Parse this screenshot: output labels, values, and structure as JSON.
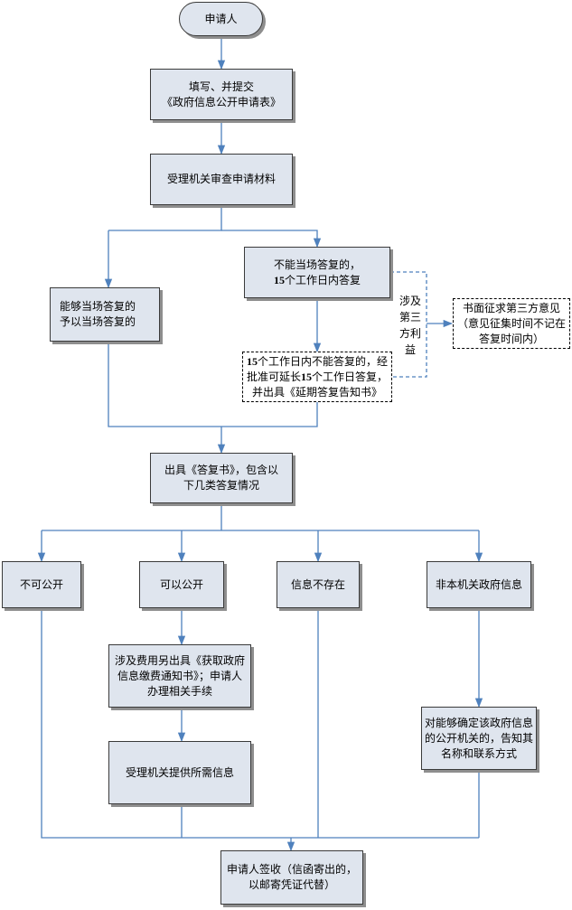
{
  "nodes": {
    "applicant": "申请人",
    "submit_l1": "填写、并提交",
    "submit_l2": "《政府信息公开申请表》",
    "review": "受理机关审查申请材料",
    "onsite_l1": "能够当场答复的",
    "onsite_l2": "予以当场答复的",
    "notonsite_l1": "不能当场答复的，",
    "notonsite_l2_num": "15",
    "notonsite_l2_rest": "个工作日内答复",
    "extend_l1_num": "15",
    "extend_l1_rest": "个工作日内不能答复的，经",
    "extend_l2_a": "批准可延长",
    "extend_l2_num": "15",
    "extend_l2_b": "个工作日答复，",
    "extend_l3": "并出具《延期答复告知书》",
    "third_party_label": "涉及第三方利益",
    "third_party_l1": "书面征求第三方意见",
    "third_party_l2": "（意见征集时间不记在",
    "third_party_l3": "答复时间内）",
    "reply_l1": "出具《答复书》，包含以",
    "reply_l2": "下几类答复情况",
    "not_public": "不可公开",
    "can_public": "可以公开",
    "not_exist": "信息不存在",
    "not_agency": "非本机关政府信息",
    "fee_l1": "涉及费用另出具《获取政府",
    "fee_l2": "信息缴费通知书》；申请人",
    "fee_l3": "办理相关手续",
    "provide": "受理机关提供所需信息",
    "notify_l1": "对能够确定该政府信息",
    "notify_l2": "的公开机关的，告知其",
    "notify_l3": "名称和联系方式",
    "sign_l1": "申请人签收（信函寄出的，",
    "sign_l2": "以邮寄凭证代替）"
  },
  "colors": {
    "box_fill": "#dfe5ee",
    "connector": "#4f81bd",
    "border": "#3a3a3a"
  }
}
